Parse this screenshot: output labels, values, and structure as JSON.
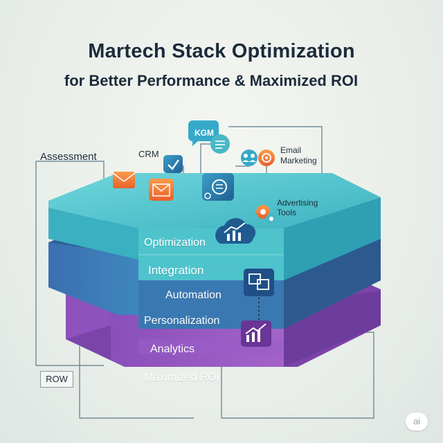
{
  "header": {
    "title": "Martech Stack Optimization",
    "subtitle": "for Better Performance & Maximized ROI"
  },
  "callouts": {
    "assessment": "Assessment",
    "crm": "CRM",
    "email_marketing": "Email\nMarketing",
    "advertising_tools": "Advertising\nTools",
    "row": "ROW",
    "kgm_icon_text": "KGM"
  },
  "layers": [
    {
      "label": "Optimization",
      "color": "#4ec3cc"
    },
    {
      "label": "Integration",
      "color": "#45b6c4"
    },
    {
      "label": "Automation",
      "color": "#3f7fb8"
    },
    {
      "label": "Personalization",
      "color": "#3a78b2"
    },
    {
      "label": "Analytics",
      "color": "#9b5fc4"
    },
    {
      "label": "Maximized ROI",
      "color": "#8e55bd"
    }
  ],
  "icons": [
    "email-icon",
    "mail-icon",
    "crm-check-icon",
    "kgm-chat-icon",
    "chat-bubble-icon",
    "people-icon",
    "target-icon",
    "ads-gear-icon",
    "chart-cloud-icon",
    "integration-icon",
    "analytics-chart-icon"
  ],
  "badge": "ai"
}
